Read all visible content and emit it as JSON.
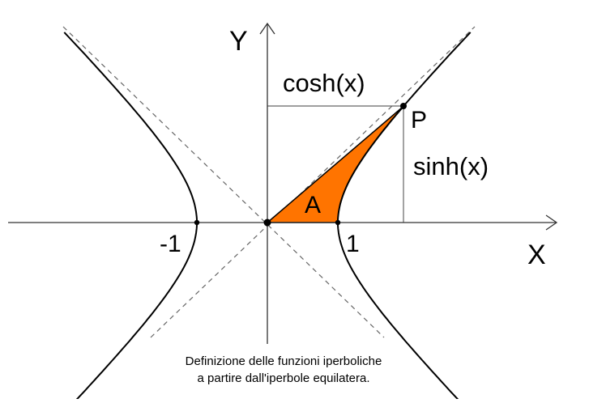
{
  "diagram": {
    "axis_x_label": "X",
    "axis_y_label": "Y",
    "tick_minus_one": "-1",
    "tick_one": "1",
    "point_label": "P",
    "area_label": "A",
    "cosh_label": "cosh(x)",
    "sinh_label": "sinh(x)"
  },
  "caption": {
    "line1": "Definizione delle funzioni iperboliche",
    "line2": "a partire dall'iperbole equilatera."
  },
  "colors": {
    "area_fill": "#ff7400",
    "stroke": "#000000",
    "guide": "#666666",
    "background": "#ffffff"
  }
}
